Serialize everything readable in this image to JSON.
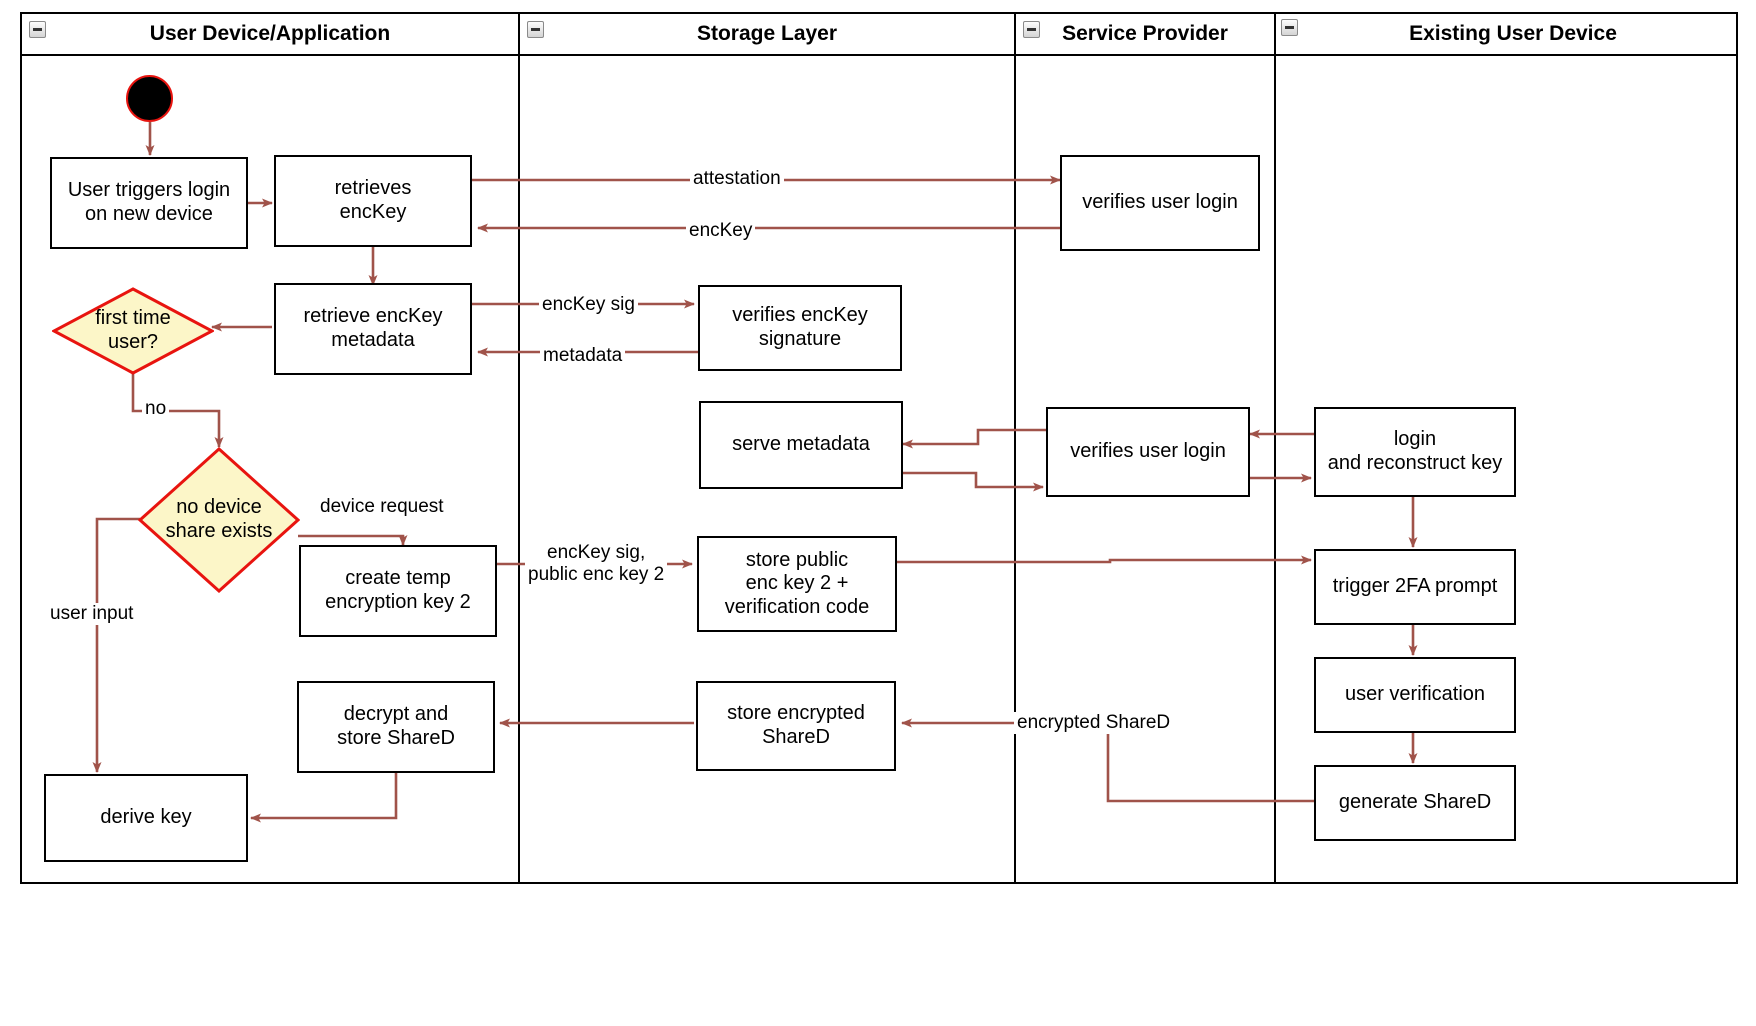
{
  "diagram": {
    "title": "Key recovery / device onboarding swimlane activity diagram",
    "accent_arrow_color": "#A0534A",
    "decision_border_color": "#E8140F",
    "decision_fill_color": "#FCF6C8",
    "node_border_color": "#000000"
  },
  "lanes": [
    {
      "id": "user-device-application",
      "label": "User Device/Application",
      "collapse_icon": "collapse-minus-icon"
    },
    {
      "id": "storage-layer",
      "label": "Storage Layer",
      "collapse_icon": "collapse-minus-icon"
    },
    {
      "id": "service-provider",
      "label": "Service Provider",
      "collapse_icon": "collapse-minus-icon"
    },
    {
      "id": "existing-user-device",
      "label": "Existing User Device",
      "collapse_icon": "collapse-minus-icon"
    }
  ],
  "nodes": [
    {
      "id": "start",
      "lane": "user-device-application",
      "type": "start",
      "label": ""
    },
    {
      "id": "user-triggers-login",
      "lane": "user-device-application",
      "type": "action",
      "label": "User triggers login\non new device"
    },
    {
      "id": "retrieves-enckey",
      "lane": "user-device-application",
      "type": "action",
      "label": "retrieves\nencKey"
    },
    {
      "id": "retrieve-enckey-metadata",
      "lane": "user-device-application",
      "type": "action",
      "label": "retrieve encKey\nmetadata"
    },
    {
      "id": "first-time-user",
      "lane": "user-device-application",
      "type": "decision",
      "label": "first time\nuser?"
    },
    {
      "id": "no-device-share-exists",
      "lane": "user-device-application",
      "type": "decision",
      "label": "no device\nshare exists"
    },
    {
      "id": "create-temp-encryption-key-2",
      "lane": "user-device-application",
      "type": "action",
      "label": "create temp\nencryption key 2"
    },
    {
      "id": "decrypt-and-store-shared",
      "lane": "user-device-application",
      "type": "action",
      "label": "decrypt and\nstore ShareD"
    },
    {
      "id": "derive-key",
      "lane": "user-device-application",
      "type": "action",
      "label": "derive key"
    },
    {
      "id": "verifies-enckey-signature",
      "lane": "storage-layer",
      "type": "action",
      "label": "verifies encKey\nsignature"
    },
    {
      "id": "serve-metadata",
      "lane": "storage-layer",
      "type": "action",
      "label": "serve metadata"
    },
    {
      "id": "store-public-enc-key-2",
      "lane": "storage-layer",
      "type": "action",
      "label": "store public\nenc key 2 +\nverification code"
    },
    {
      "id": "store-encrypted-shared",
      "lane": "storage-layer",
      "type": "action",
      "label": "store encrypted\nShareD"
    },
    {
      "id": "verifies-user-login-1",
      "lane": "service-provider",
      "type": "action",
      "label": "verifies user login"
    },
    {
      "id": "verifies-user-login-2",
      "lane": "service-provider",
      "type": "action",
      "label": "verifies user login"
    },
    {
      "id": "login-and-reconstruct-key",
      "lane": "existing-user-device",
      "type": "action",
      "label": "login\nand reconstruct key"
    },
    {
      "id": "trigger-2fa-prompt",
      "lane": "existing-user-device",
      "type": "action",
      "label": "trigger 2FA prompt"
    },
    {
      "id": "user-verification",
      "lane": "existing-user-device",
      "type": "action",
      "label": "user verification"
    },
    {
      "id": "generate-shared",
      "lane": "existing-user-device",
      "type": "action",
      "label": "generate ShareD"
    }
  ],
  "edge_labels": [
    {
      "id": "attestation",
      "text": "attestation"
    },
    {
      "id": "enckey",
      "text": "encKey"
    },
    {
      "id": "enckey-sig",
      "text": "encKey sig"
    },
    {
      "id": "metadata",
      "text": "metadata"
    },
    {
      "id": "no",
      "text": "no"
    },
    {
      "id": "device-request",
      "text": "device request"
    },
    {
      "id": "user-input",
      "text": "user input"
    },
    {
      "id": "enckey-sig-public-enc-key-2",
      "text": "encKey sig,\npublic enc key 2"
    },
    {
      "id": "encrypted-shared",
      "text": "encrypted ShareD"
    }
  ]
}
